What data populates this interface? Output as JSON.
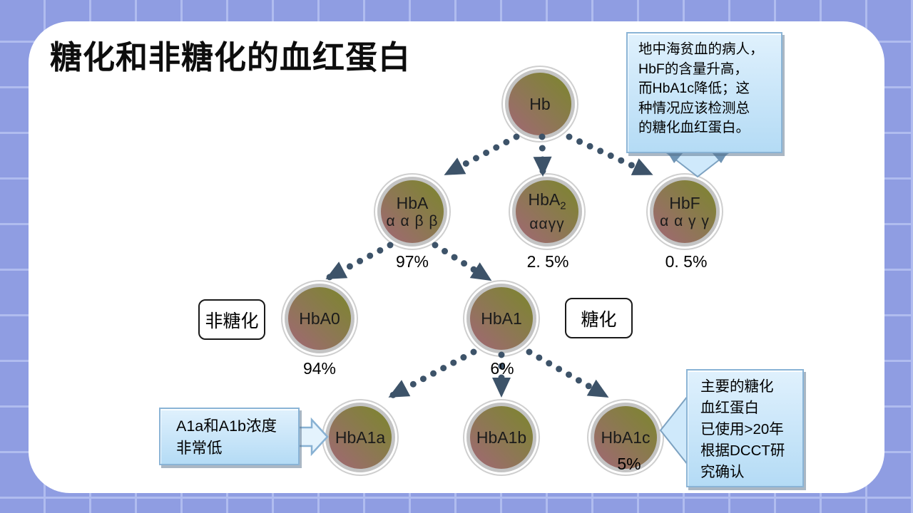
{
  "slide": {
    "title": "糖化和非糖化的血红蛋白"
  },
  "tree": {
    "nodes": {
      "hb": {
        "label": "Hb"
      },
      "hba": {
        "label": "HbA",
        "chains": "α α β β",
        "percent": "97%"
      },
      "hba2": {
        "label": "HbA",
        "subscript": "2",
        "chains": "ααγγ",
        "percent": "2. 5%"
      },
      "hbf": {
        "label": "HbF",
        "chains": "α α γ γ",
        "percent": "0. 5%"
      },
      "hba0": {
        "label": "HbA0",
        "percent": "94%"
      },
      "hba1": {
        "label": "HbA1",
        "percent": "6%"
      },
      "hba1a": {
        "label": "HbA1a"
      },
      "hba1b": {
        "label": "HbA1b"
      },
      "hba1c": {
        "label": "HbA1c",
        "percent": "5%"
      }
    },
    "category_labels": {
      "non_glycated": "非糖化",
      "glycated": "糖化"
    }
  },
  "callouts": {
    "thalassemia": {
      "lines": [
        "地中海贫血的病人，",
        "HbF的含量升高，",
        "而HbA1c降低；这",
        "种情况应该检测总",
        "的糖化血红蛋白。"
      ]
    },
    "a1a_a1b": {
      "lines": [
        "A1a和A1b浓度",
        "非常低"
      ]
    },
    "dcct": {
      "lines": [
        "主要的糖化",
        "血红蛋白",
        "已使用>20年",
        "根据DCCT研",
        "究确认"
      ]
    }
  },
  "colors": {
    "bg": "#8f9de2",
    "grid-line": "#b0bcef",
    "slide-bg": "#ffffff",
    "title-text": "#0d0d0d",
    "node-olive": "#7d852e",
    "node-mauve": "#a06873",
    "node-ring": "#c4c4c4",
    "arrow": "#3d5369",
    "callout-bg-top": "#e0f1fd",
    "callout-bg-bottom": "#b4dbf5",
    "callout-border": "#8ab4d6"
  }
}
